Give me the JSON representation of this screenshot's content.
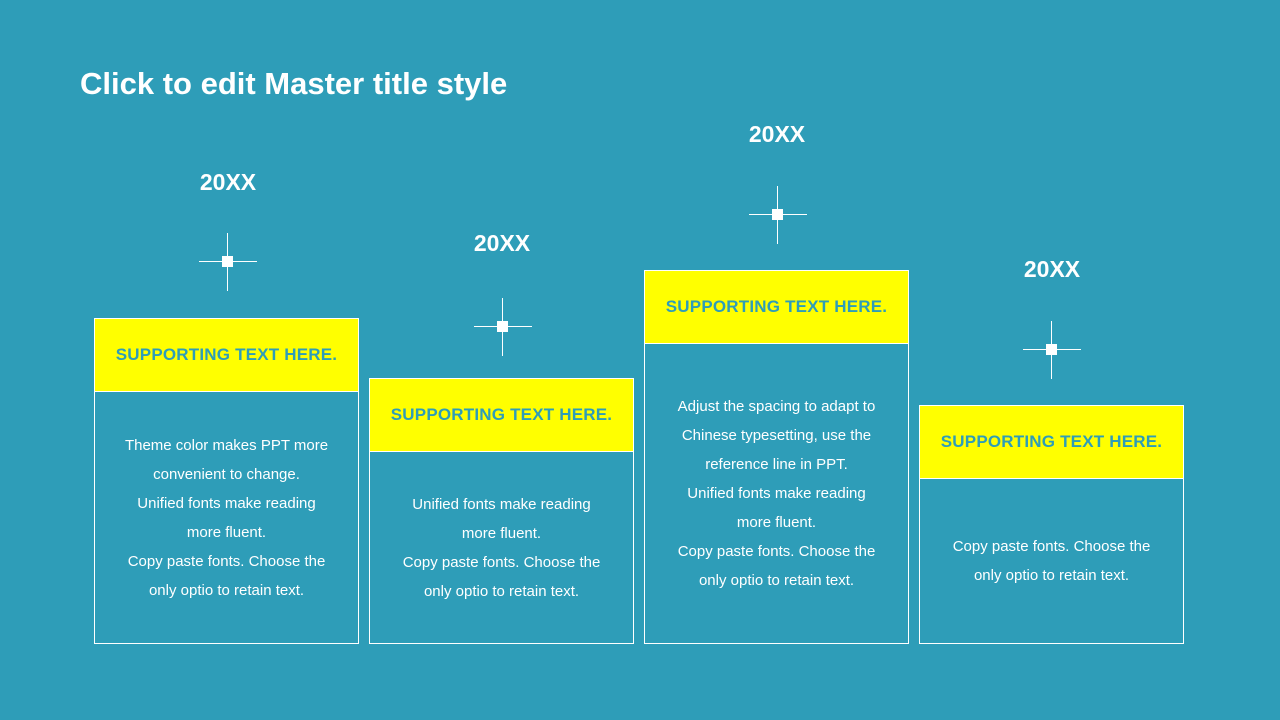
{
  "slide": {
    "title": "Click to edit Master title style",
    "background_color": "#2e9db8",
    "accent_color": "#ffff00",
    "steps": [
      {
        "year": "20XX",
        "heading": "SUPPORTING TEXT HERE.",
        "body_lines": [
          "Theme color makes PPT more",
          "convenient to change.",
          "Unified fonts make reading",
          "more fluent.",
          "Copy paste fonts. Choose the",
          "only optio to retain text."
        ]
      },
      {
        "year": "20XX",
        "heading": "SUPPORTING TEXT HERE.",
        "body_lines": [
          "Unified fonts make reading",
          "more fluent.",
          "Copy paste fonts. Choose the",
          "only optio to retain text."
        ]
      },
      {
        "year": "20XX",
        "heading": "SUPPORTING TEXT HERE.",
        "body_lines": [
          "Adjust the spacing to adapt to",
          "Chinese typesetting, use the",
          "reference line in PPT.",
          "Unified fonts make reading",
          "more fluent.",
          "Copy paste fonts. Choose the",
          "only optio to retain text."
        ]
      },
      {
        "year": "20XX",
        "heading": "SUPPORTING TEXT HERE.",
        "body_lines": [
          "Copy paste fonts. Choose the",
          "only optio to retain text."
        ]
      }
    ]
  }
}
